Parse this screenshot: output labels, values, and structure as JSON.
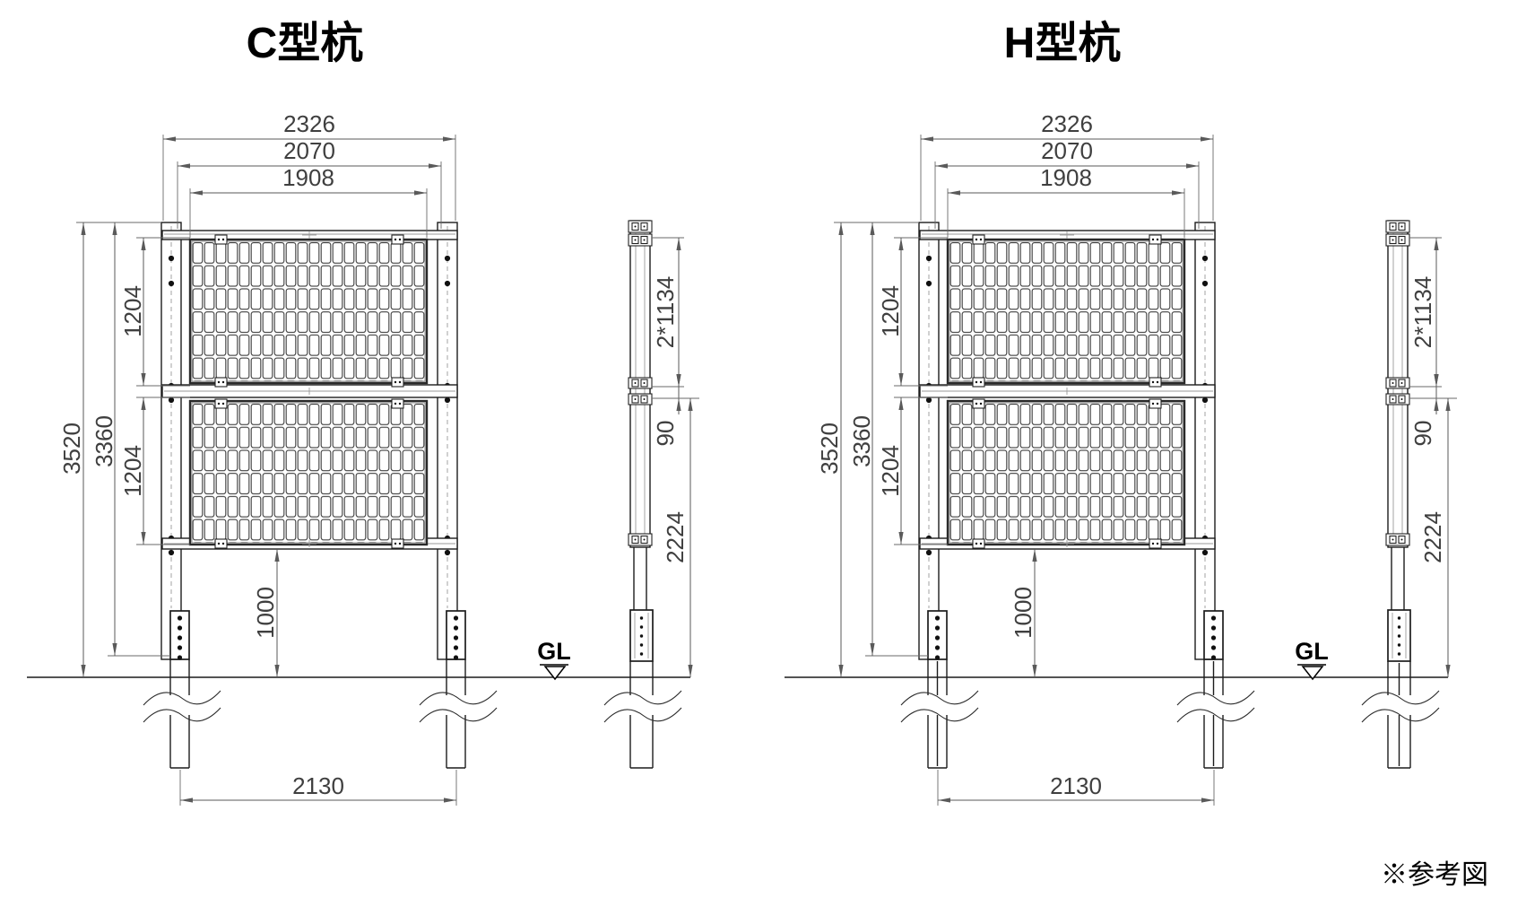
{
  "drawings": [
    {
      "id": "c",
      "title": "C型杭",
      "pile_type": "C"
    },
    {
      "id": "h",
      "title": "H型杭",
      "pile_type": "H"
    }
  ],
  "front_dims": {
    "overall_width": "2326",
    "frame_width": "2070",
    "panel_width": "1908",
    "overall_height": "3520",
    "frame_height": "3360",
    "upper_panel_pitch": "1204",
    "lower_panel_pitch": "1204",
    "ground_clearance": "1000",
    "pile_spacing": "2130"
  },
  "side_dims": {
    "module_height": "2*1134",
    "panel_gap": "90",
    "lower_height": "2224"
  },
  "labels": {
    "ground_level": "GL",
    "note": "※参考図"
  }
}
